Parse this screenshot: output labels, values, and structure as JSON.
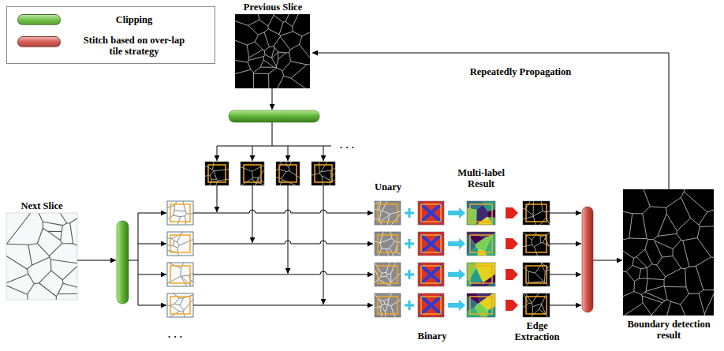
{
  "diagram": {
    "nodes": [
      {
        "text": [
          "Previous Slice"
        ]
      },
      {
        "text": [
          "Next Slice"
        ]
      },
      {
        "text": [
          "Boundary detection result"
        ]
      }
    ],
    "edges": [
      {
        "from": 2,
        "to": 0,
        "arrow": "to",
        "label": "Repeatedly Propagation"
      }
    ],
    "labels": [
      "· · ·",
      "Unary",
      "Multi-label Result",
      "Binary",
      "Edge Extraction",
      "· · ·"
    ],
    "legend": [
      {
        "text": "Clipping",
        "color": "#6cc13f"
      },
      {
        "text": "Stitch based on over-lap tile strategy",
        "color": "#d4554c"
      }
    ]
  }
}
